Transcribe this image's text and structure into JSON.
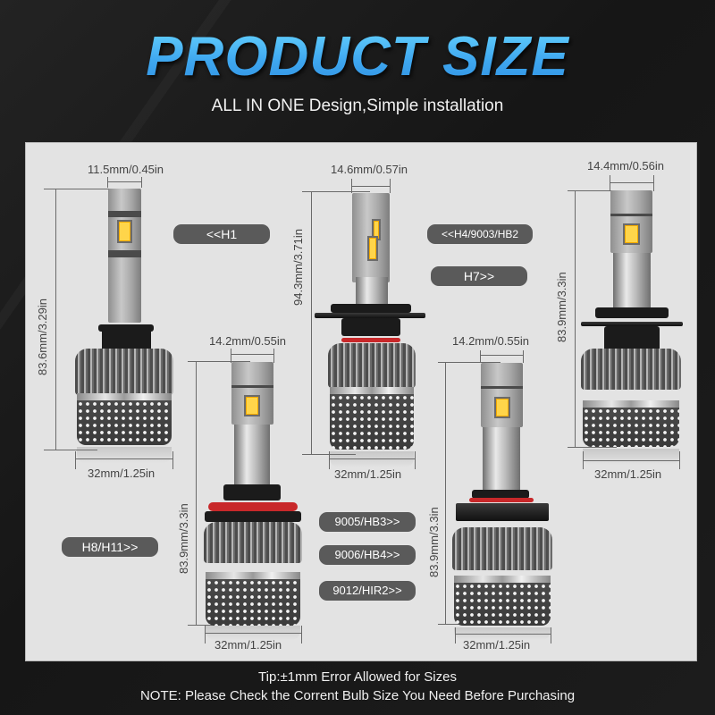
{
  "header": {
    "title": "PRODUCT SIZE",
    "subtitle": "ALL IN ONE Design,Simple installation"
  },
  "bulbs": [
    {
      "id": "h1",
      "width_label": "11.5mm/0.45in",
      "height_label": "83.6mm/3.29in",
      "base_label": "32mm/1.25in"
    },
    {
      "id": "h4",
      "width_label": "14.6mm/0.57in",
      "height_label": "94.3mm/3.71in",
      "base_label": "32mm/1.25in"
    },
    {
      "id": "h7",
      "width_label": "14.4mm/0.56in",
      "height_label": "83.9mm/3.3in",
      "base_label": "32mm/1.25in"
    },
    {
      "id": "h11",
      "width_label": "14.2mm/0.55in",
      "height_label": "83.9mm/3.3in",
      "base_label": "32mm/1.25in"
    },
    {
      "id": "9005",
      "width_label": "14.2mm/0.55in",
      "height_label": "83.9mm/3.3in",
      "base_label": "32mm/1.25in"
    }
  ],
  "labels": {
    "h1": "<<H1",
    "h4": "<<H4/9003/HB2",
    "h7": "H7>>",
    "h11": "H8/H11>>",
    "hb3": "9005/HB3>>",
    "hb4": "9006/HB4>>",
    "hir2": "9012/HIR2>>"
  },
  "footer": {
    "tip": "Tip:±1mm Error Allowed for Sizes",
    "note": "NOTE: Please Check the Corrent Bulb Size You Need Before Purchasing"
  },
  "colors": {
    "title_gradient_top": "#69d6ff",
    "title_gradient_bottom": "#2f8fe0",
    "panel_bg": "#e3e3e3",
    "pill_bg": "#5a5a5a",
    "page_bg": "#1c1c1c",
    "led_chip": "#ffd54a",
    "seal_ring": "#c8282a"
  }
}
